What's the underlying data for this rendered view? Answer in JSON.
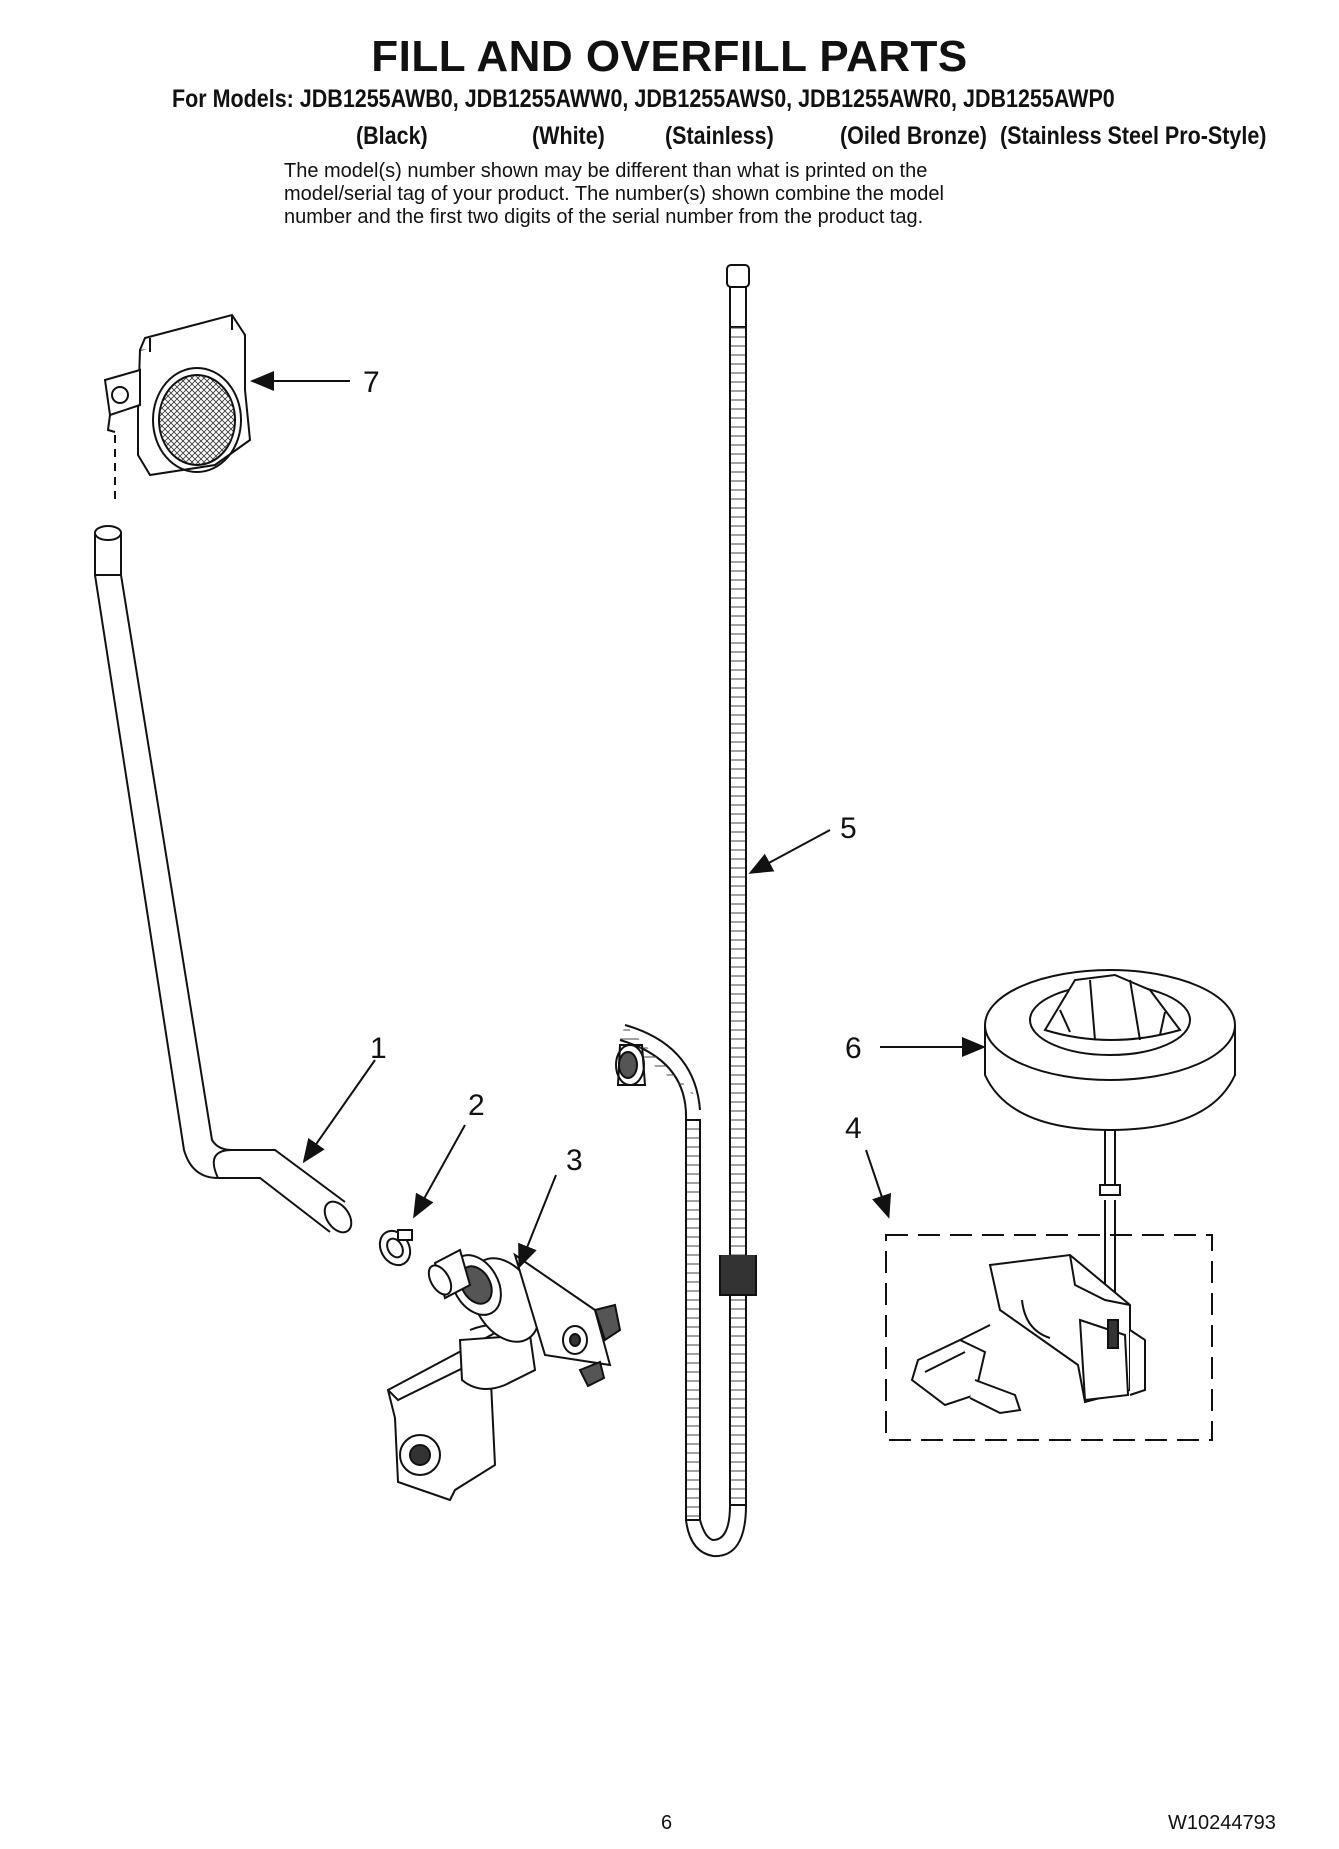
{
  "header": {
    "title": "FILL AND OVERFILL PARTS",
    "models_line": "For Models: JDB1255AWB0, JDB1255AWW0, JDB1255AWS0, JDB1255AWR0, JDB1255AWP0",
    "variants": [
      "(Black)",
      "(White)",
      "(Stainless)",
      "(Oiled Bronze)",
      "(Stainless Steel Pro-Style)"
    ],
    "note_lines": [
      "The model(s) number shown may be different than what is printed on the",
      "model/serial tag of your product. The number(s) shown combine the model",
      "number and the first two digits of the serial number from the product tag."
    ]
  },
  "callouts": {
    "c1": "1",
    "c2": "2",
    "c3": "3",
    "c4": "4",
    "c5": "5",
    "c6": "6",
    "c7": "7"
  },
  "footer": {
    "page_number": "6",
    "doc_number": "W10244793"
  }
}
